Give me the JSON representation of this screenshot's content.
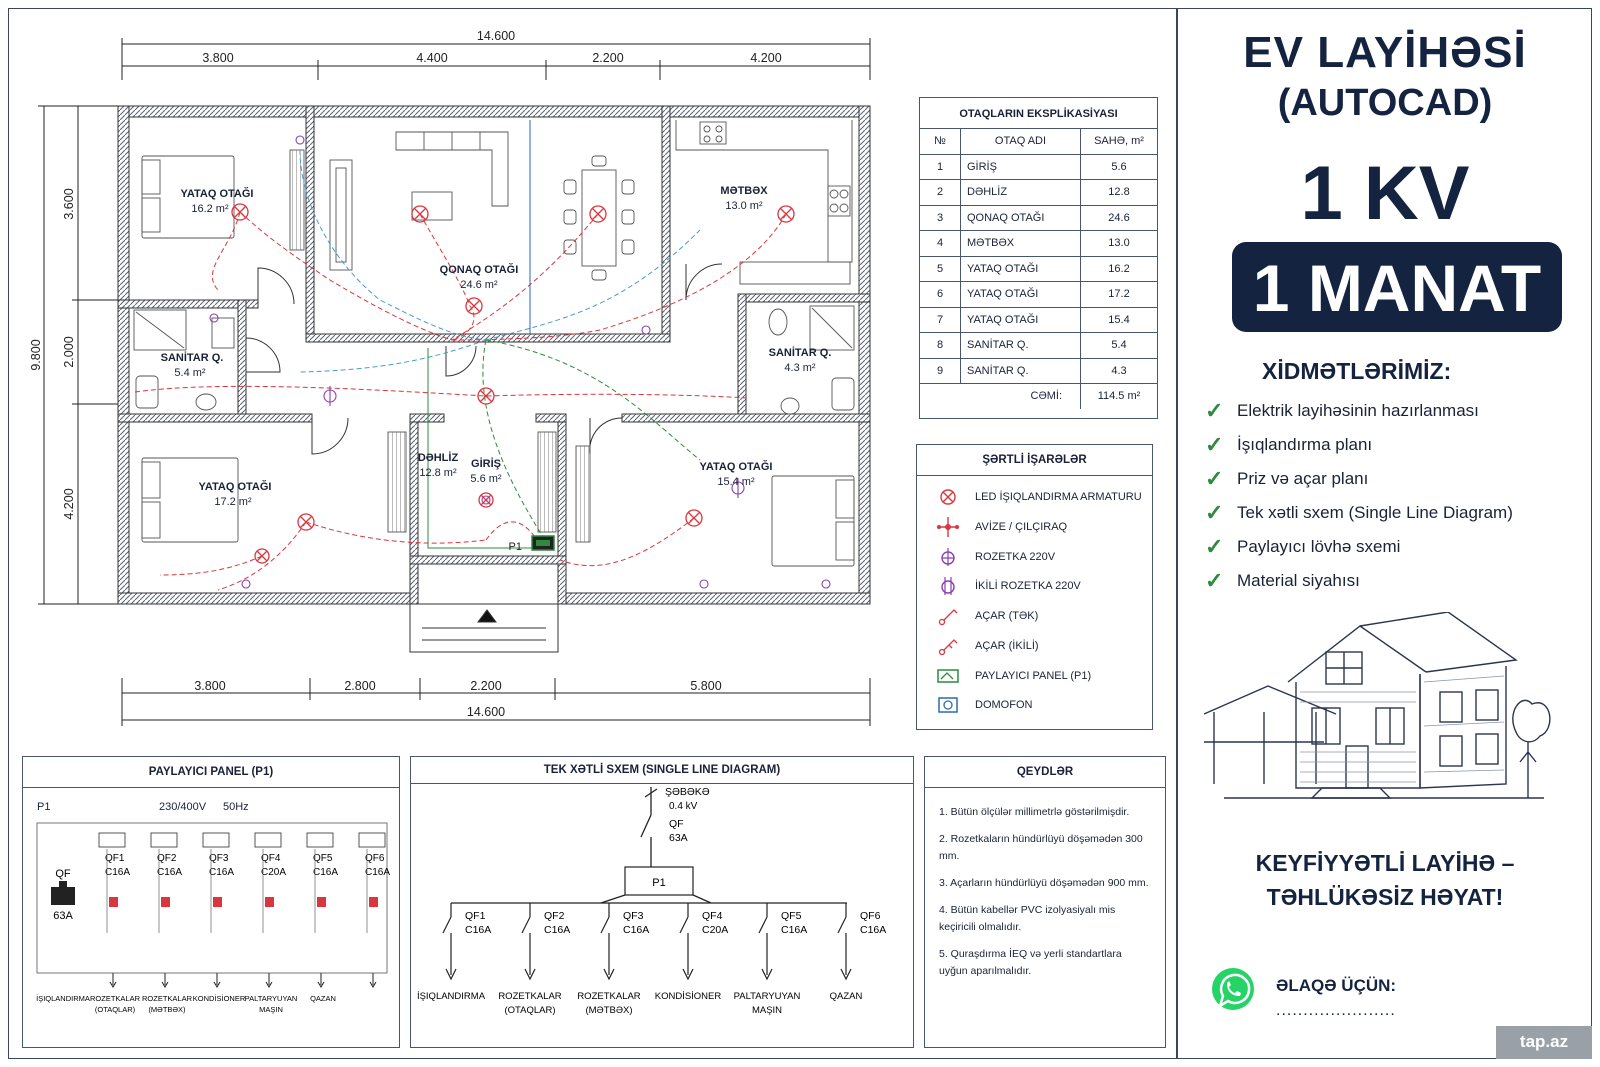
{
  "plan": {
    "dims_top": {
      "total": "14.600",
      "segments": [
        "3.800",
        "4.400",
        "2.200",
        "4.200"
      ]
    },
    "dims_bottom": {
      "total": "14.600",
      "segments": [
        "3.800",
        "2.800",
        "2.200",
        "5.800"
      ]
    },
    "dims_left": {
      "total": "9.800",
      "segments": [
        "3.600",
        "2.000",
        "4.200"
      ]
    },
    "rooms": [
      {
        "name": "YATAQ OTAĞI",
        "area": "16.2 m²"
      },
      {
        "name": "QONAQ OTAĞI",
        "area": "24.6 m²"
      },
      {
        "name": "MƏTBƏX",
        "area": "13.0 m²"
      },
      {
        "name": "SANİTAR Q.",
        "area": "5.4 m²"
      },
      {
        "name": "SANİTAR Q.",
        "area": "4.3 m²"
      },
      {
        "name": "YATAQ OTAĞI",
        "area": "17.2 m²"
      },
      {
        "name": "DƏHLİZ",
        "area": "12.8 m²"
      },
      {
        "name": "GİRİŞ",
        "area": "5.6 m²"
      },
      {
        "name": "YATAQ OTAĞI",
        "area": "15.4 m²"
      }
    ],
    "panel_label": "P1"
  },
  "explication": {
    "title": "OTAQLARIN EKSPLİKASİYASI",
    "headers": [
      "№",
      "OTAQ ADI",
      "SAHƏ, m²"
    ],
    "rows": [
      [
        "1",
        "GİRİŞ",
        "5.6"
      ],
      [
        "2",
        "DƏHLİZ",
        "12.8"
      ],
      [
        "3",
        "QONAQ OTAĞI",
        "24.6"
      ],
      [
        "4",
        "MƏTBƏX",
        "13.0"
      ],
      [
        "5",
        "YATAQ OTAĞI",
        "16.2"
      ],
      [
        "6",
        "YATAQ OTAĞI",
        "17.2"
      ],
      [
        "7",
        "YATAQ OTAĞI",
        "15.4"
      ],
      [
        "8",
        "SANİTAR Q.",
        "5.4"
      ],
      [
        "9",
        "SANİTAR Q.",
        "4.3"
      ]
    ],
    "total_label": "CƏMİ:",
    "total_value": "114.5 m²"
  },
  "legend": {
    "title": "ŞƏRTLİ İŞARƏLƏR",
    "items": [
      {
        "label": "LED İŞIQLANDIRMA ARMATURU",
        "icon": "led-light-icon",
        "color": "#d9363e"
      },
      {
        "label": "AVİZE / ÇILÇIRAQ",
        "icon": "chandelier-icon",
        "color": "#d9363e"
      },
      {
        "label": "ROZETKA 220V",
        "icon": "socket-icon",
        "color": "#8a3fb0"
      },
      {
        "label": "İKİLİ ROZETKA 220V",
        "icon": "double-socket-icon",
        "color": "#8a3fb0"
      },
      {
        "label": "AÇAR (TƏK)",
        "icon": "switch-single-icon",
        "color": "#d9363e"
      },
      {
        "label": "AÇAR (İKİLİ)",
        "icon": "switch-double-icon",
        "color": "#d9363e"
      },
      {
        "label": "PAYLAYICI PANEL (P1)",
        "icon": "panel-icon",
        "color": "#2e8b3e"
      },
      {
        "label": "DOMOFON",
        "icon": "intercom-icon",
        "color": "#2a6ab0"
      }
    ]
  },
  "panel": {
    "title": "PAYLAYICI PANEL (P1)",
    "id": "P1",
    "voltage": "230/400V",
    "freq": "50Hz",
    "main_qf": "QF",
    "main_rating": "63A",
    "breakers": [
      {
        "name": "QF1",
        "rating": "C16A",
        "label": "İŞIQLANDIRMA"
      },
      {
        "name": "QF2",
        "rating": "C16A",
        "label": "ROZETKALAR (OTAQLAR)"
      },
      {
        "name": "QF3",
        "rating": "C16A",
        "label": "ROZETKALAR (MƏTBƏX)"
      },
      {
        "name": "QF4",
        "rating": "C20A",
        "label": "KONDİSİONER"
      },
      {
        "name": "QF5",
        "rating": "C16A",
        "label": "PALTARYUYAN MAŞIN"
      },
      {
        "name": "QF6",
        "rating": "C16A",
        "label": "QAZAN"
      }
    ]
  },
  "sld": {
    "title": "TEK XƏTLİ SXEM (SINGLE LINE DIAGRAM)",
    "source": "ŞƏBƏKƏ",
    "source_kv": "0.4 kV",
    "main_qf": "QF",
    "main_rating": "63A",
    "panel": "P1",
    "branches": [
      {
        "name": "QF1",
        "rating": "C16A",
        "label1": "İŞIQLANDIRMA",
        "label2": ""
      },
      {
        "name": "QF2",
        "rating": "C16A",
        "label1": "ROZETKALAR",
        "label2": "(OTAQLAR)"
      },
      {
        "name": "QF3",
        "rating": "C16A",
        "label1": "ROZETKALAR",
        "label2": "(MƏTBƏX)"
      },
      {
        "name": "QF4",
        "rating": "C20A",
        "label1": "KONDİSİONER",
        "label2": ""
      },
      {
        "name": "QF5",
        "rating": "C16A",
        "label1": "PALTARYUYAN",
        "label2": "MAŞIN"
      },
      {
        "name": "QF6",
        "rating": "C16A",
        "label1": "QAZAN",
        "label2": ""
      }
    ]
  },
  "notes": {
    "title": "QEYDLƏR",
    "items": [
      "1. Bütün ölçülər millimetrlə göstərilmişdir.",
      "2. Rozetkaların hündürlüyü döşəmədən 300 mm.",
      "3. Açarların hündürlüyü döşəmədən 900 mm.",
      "4. Bütün kabellər PVC izolyasiyalı mis keçiricili olmalıdır.",
      "5. Quraşdırma İEQ və yerli standartlara uyğun aparılmalıdır."
    ]
  },
  "promo": {
    "title1": "EV LAYİHƏSİ",
    "title2": "(AUTOCAD)",
    "price_kv": "1 KV",
    "price": "1 MANAT",
    "services_title": "XİDMƏTLƏRİMİZ:",
    "services": [
      "Elektrik layihəsinin hazırlanması",
      "İşıqlandırma planı",
      "Priz və açar planı",
      "Tek xətli sxem (Single Line Diagram)",
      "Paylayıcı lövhə sxemi",
      "Material siyahısı"
    ],
    "slogan1": "KEYFİYYƏTLİ LAYİHƏ –",
    "slogan2": "TƏHLÜKƏSİZ HƏYAT!",
    "contact_label": "ƏLAQƏ ÜÇÜN:",
    "contact_value": "......................",
    "watermark": "tap.az",
    "accent": "#14233f",
    "check_color": "#2e8b3e",
    "whatsapp_color": "#25d366"
  }
}
